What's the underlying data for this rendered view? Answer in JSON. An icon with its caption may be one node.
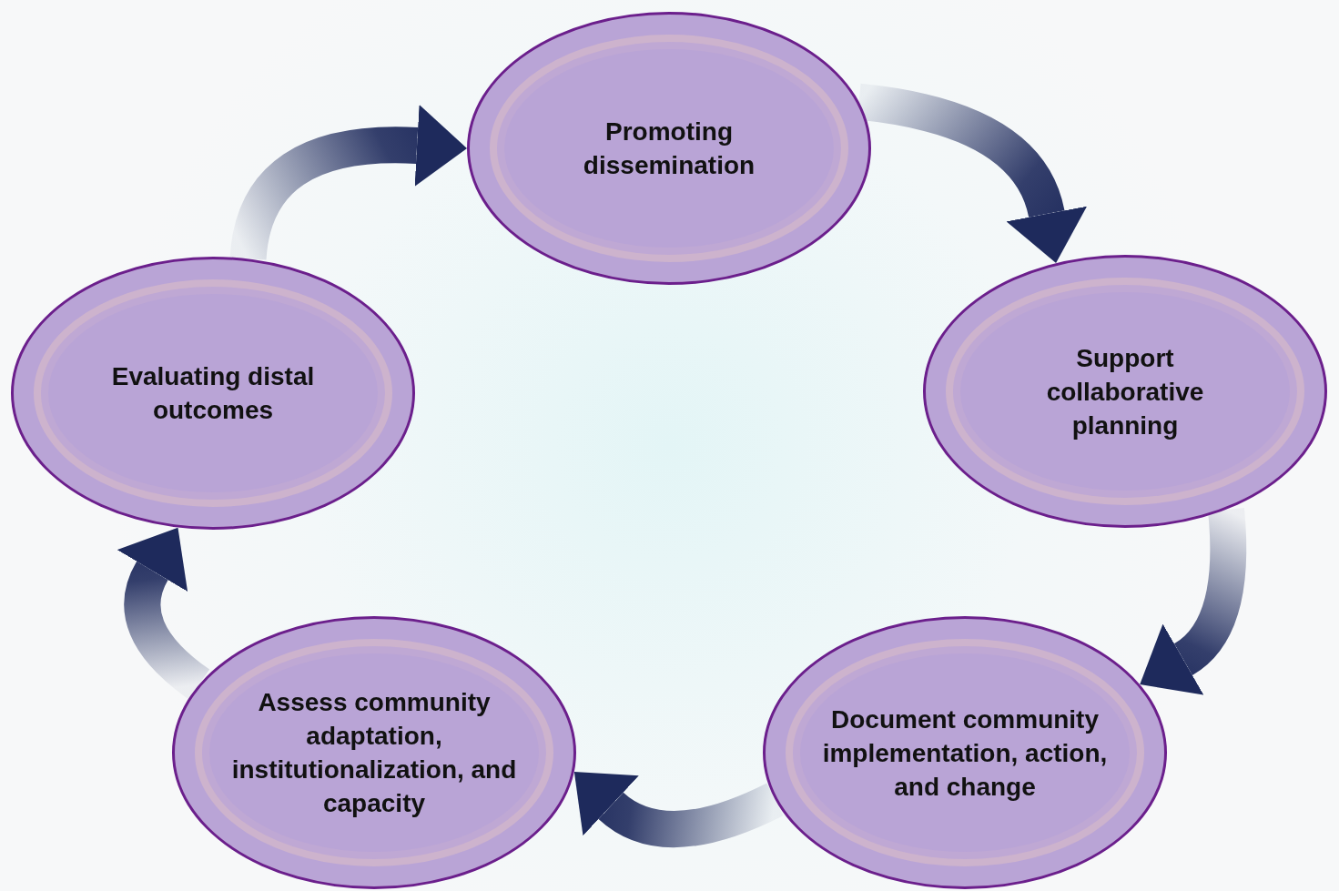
{
  "diagram": {
    "nodes": [
      {
        "text": [
          "Promoting dissemination"
        ]
      },
      {
        "text": [
          "Evaluating distal outcomes"
        ]
      },
      {
        "text": [
          "Support collaborative planning"
        ]
      },
      {
        "text": [
          "Assess community adaptation, institutionalization, and capacity"
        ]
      },
      {
        "text": [
          "Document community implementation, action, and change"
        ]
      }
    ],
    "edges": [
      {
        "from": 0,
        "to": 2,
        "arrow": "to",
        "style": "thick"
      },
      {
        "from": 2,
        "to": 4,
        "arrow": "to",
        "style": "thick"
      },
      {
        "from": 4,
        "to": 3,
        "arrow": "to",
        "style": "thick"
      },
      {
        "from": 3,
        "to": 1,
        "arrow": "to",
        "style": "thick"
      },
      {
        "from": 1,
        "to": 0,
        "arrow": "to",
        "style": "thick"
      }
    ]
  }
}
